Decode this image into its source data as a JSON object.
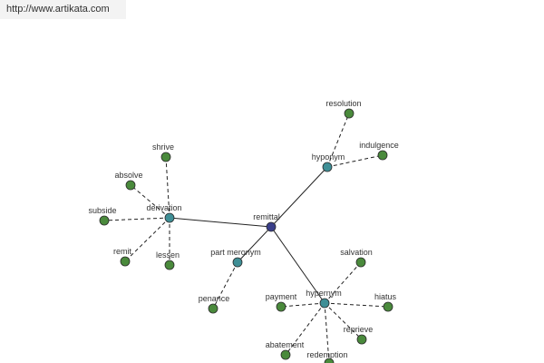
{
  "header": {
    "url": "http://www.artikata.com"
  },
  "colors": {
    "center": "#3a3f8a",
    "relation": "#3f8f96",
    "word": "#4a8a3c",
    "edge": "#222222",
    "node_stroke": "#2a2a2a"
  },
  "graph": {
    "center": {
      "id": "remittal",
      "label": "remittal"
    },
    "relations": [
      {
        "id": "hyponym",
        "label": "hyponym",
        "words": [
          "resolution",
          "indulgence"
        ]
      },
      {
        "id": "derivation",
        "label": "derivation",
        "words": [
          "shrive",
          "absolve",
          "subside",
          "remit",
          "lessen"
        ]
      },
      {
        "id": "part-meronym",
        "label": "part meronym",
        "words": [
          "penance"
        ]
      },
      {
        "id": "hypernym",
        "label": "hypernym",
        "words": [
          "salvation",
          "payment",
          "hiatus",
          "reprieve",
          "abatement",
          "redemption"
        ]
      }
    ]
  }
}
